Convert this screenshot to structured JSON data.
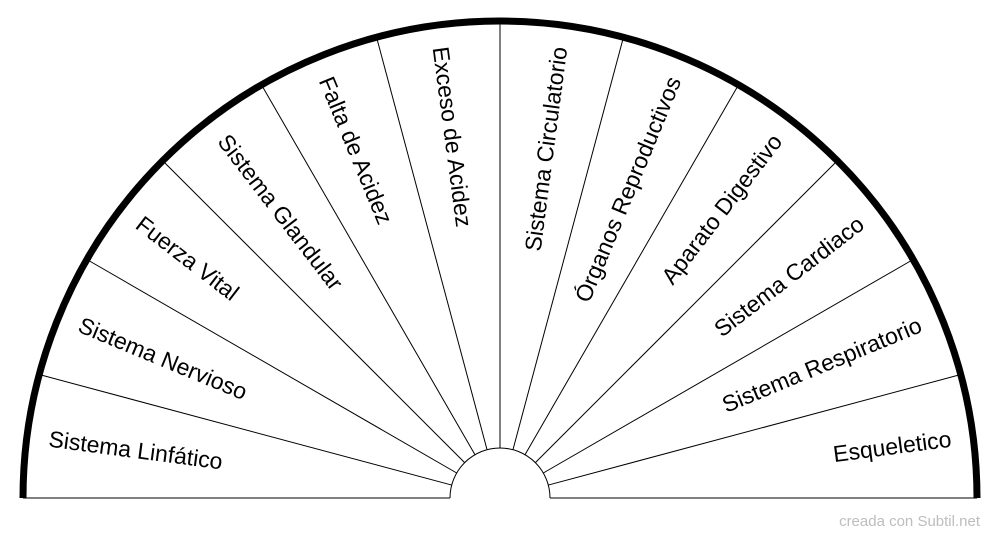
{
  "chart_data": {
    "type": "pie",
    "shape": "half-circle pendulum chart",
    "sectors": [
      "Sistema Linfático",
      "Sistema Nervioso",
      "Fuerza Vital",
      "Sistema Glandular",
      "Falta de Acidez",
      "Exceso de Acidez",
      "Sistema Circulatorio",
      "Órganos Reproductivos",
      "Aparato Digestivo",
      "Sistema Cardiaco",
      "Sistema Respiratorio",
      "Esqueletico"
    ],
    "colors": {
      "stroke": "#000000",
      "fill": "#ffffff",
      "watermark": "#bdbdbd"
    }
  },
  "footer": {
    "credit": "creada con Subtil.net"
  }
}
